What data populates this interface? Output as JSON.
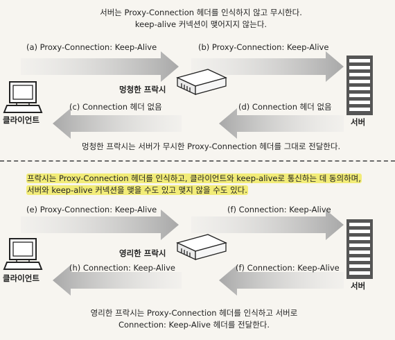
{
  "top": {
    "note_line1": "서버는 Proxy-Connection 헤더를 인식하지 않고 무시한다.",
    "note_line2": "keep-alive 커넥션이 맺어지지 않는다.",
    "label_a": "(a) Proxy-Connection: Keep-Alive",
    "label_b": "(b) Proxy-Connection: Keep-Alive",
    "label_c": "(c) Connection 헤더 없음",
    "label_d": "(d) Connection 헤더 없음",
    "proxy_label": "멍청한 프락시",
    "client_label": "클라이언트",
    "server_label": "서버",
    "bottom_note": "멍청한 프락시는 서버가 무시한 Proxy-Connection 헤더를 그대로 전달한다."
  },
  "bottom": {
    "highlight_line1": "프락시는 Proxy-Connection 헤더를 인식하고, 클라이언트와 keep-alive로 통신하는 데 동의하며,",
    "highlight_line2": "서버와 keep-alive 커넥션을 맺을 수도 있고 맺지 않을 수도 있다.",
    "label_e": "(e) Proxy-Connection: Keep-Alive",
    "label_f": "(f) Connection: Keep-Alive",
    "label_f2": "(f) Connection: Keep-Alive",
    "label_h": "(h) Connection: Keep-Alive",
    "proxy_label": "영리한 프락시",
    "client_label": "클라이언트",
    "server_label": "서버",
    "note_line1": "영리한 프락시는 Proxy-Connection 헤더를 인식하고 서버로",
    "note_line2": "Connection: Keep-Alive 헤더를 전달한다."
  },
  "colors": {
    "arrow": "#b3b3b3",
    "highlight": "#f2ec78",
    "server": "#555555"
  },
  "icons": [
    "computer-icon",
    "proxy-box-icon",
    "server-rack-icon",
    "arrow-right-icon",
    "arrow-left-icon"
  ]
}
